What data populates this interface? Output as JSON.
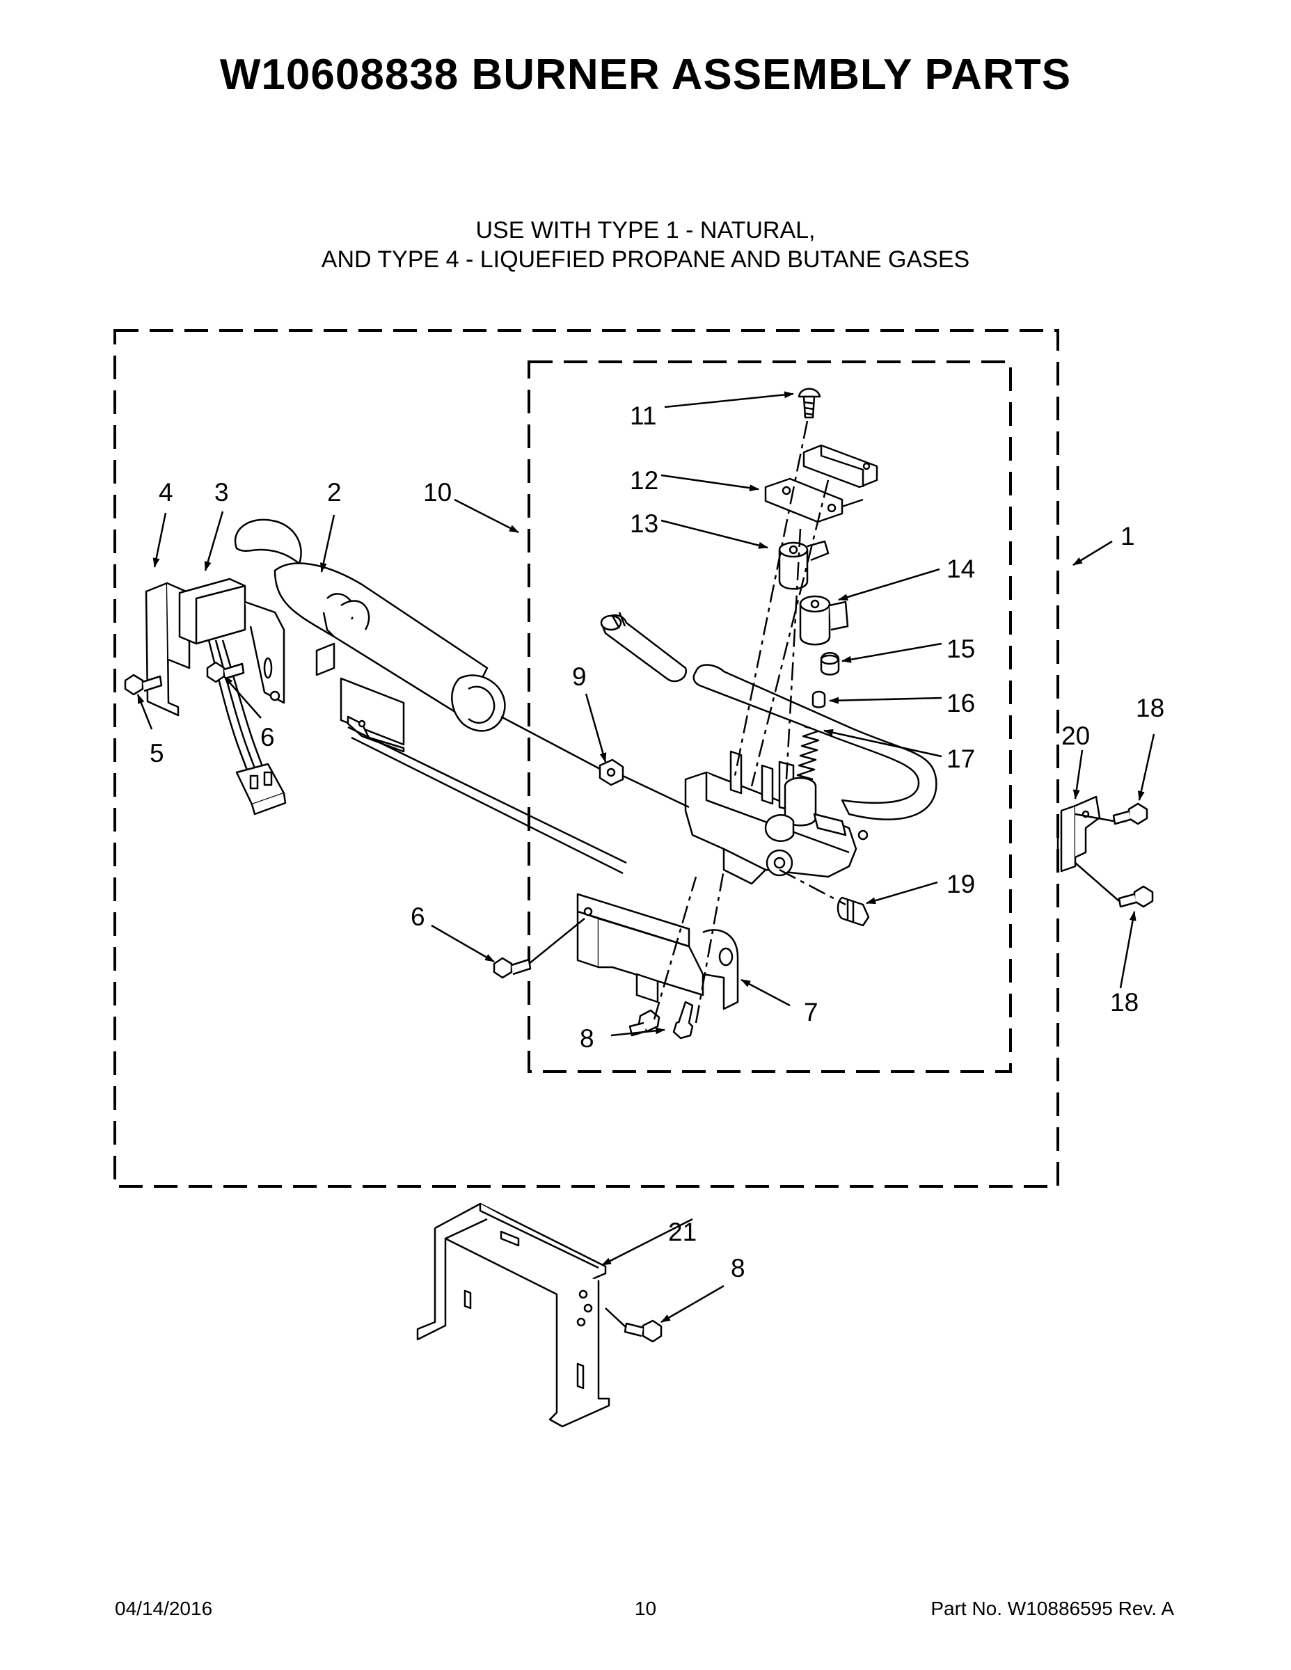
{
  "header": {
    "title": "W10608838 BURNER ASSEMBLY PARTS",
    "subtitle_line1": "USE WITH TYPE 1 - NATURAL,",
    "subtitle_line2": "AND TYPE 4 - LIQUEFIED PROPANE AND BUTANE GASES"
  },
  "callouts": {
    "c1": "1",
    "c2": "2",
    "c3": "3",
    "c4": "4",
    "c5": "5",
    "c6a": "6",
    "c6b": "6",
    "c7": "7",
    "c8a": "8",
    "c8b": "8",
    "c9": "9",
    "c10": "10",
    "c11": "11",
    "c12": "12",
    "c13": "13",
    "c14": "14",
    "c15": "15",
    "c16": "16",
    "c17": "17",
    "c18a": "18",
    "c18b": "18",
    "c19": "19",
    "c20": "20",
    "c21": "21"
  },
  "footer": {
    "date": "04/14/2016",
    "page": "10",
    "part_no": "Part No.  W10886595   Rev.  A"
  }
}
